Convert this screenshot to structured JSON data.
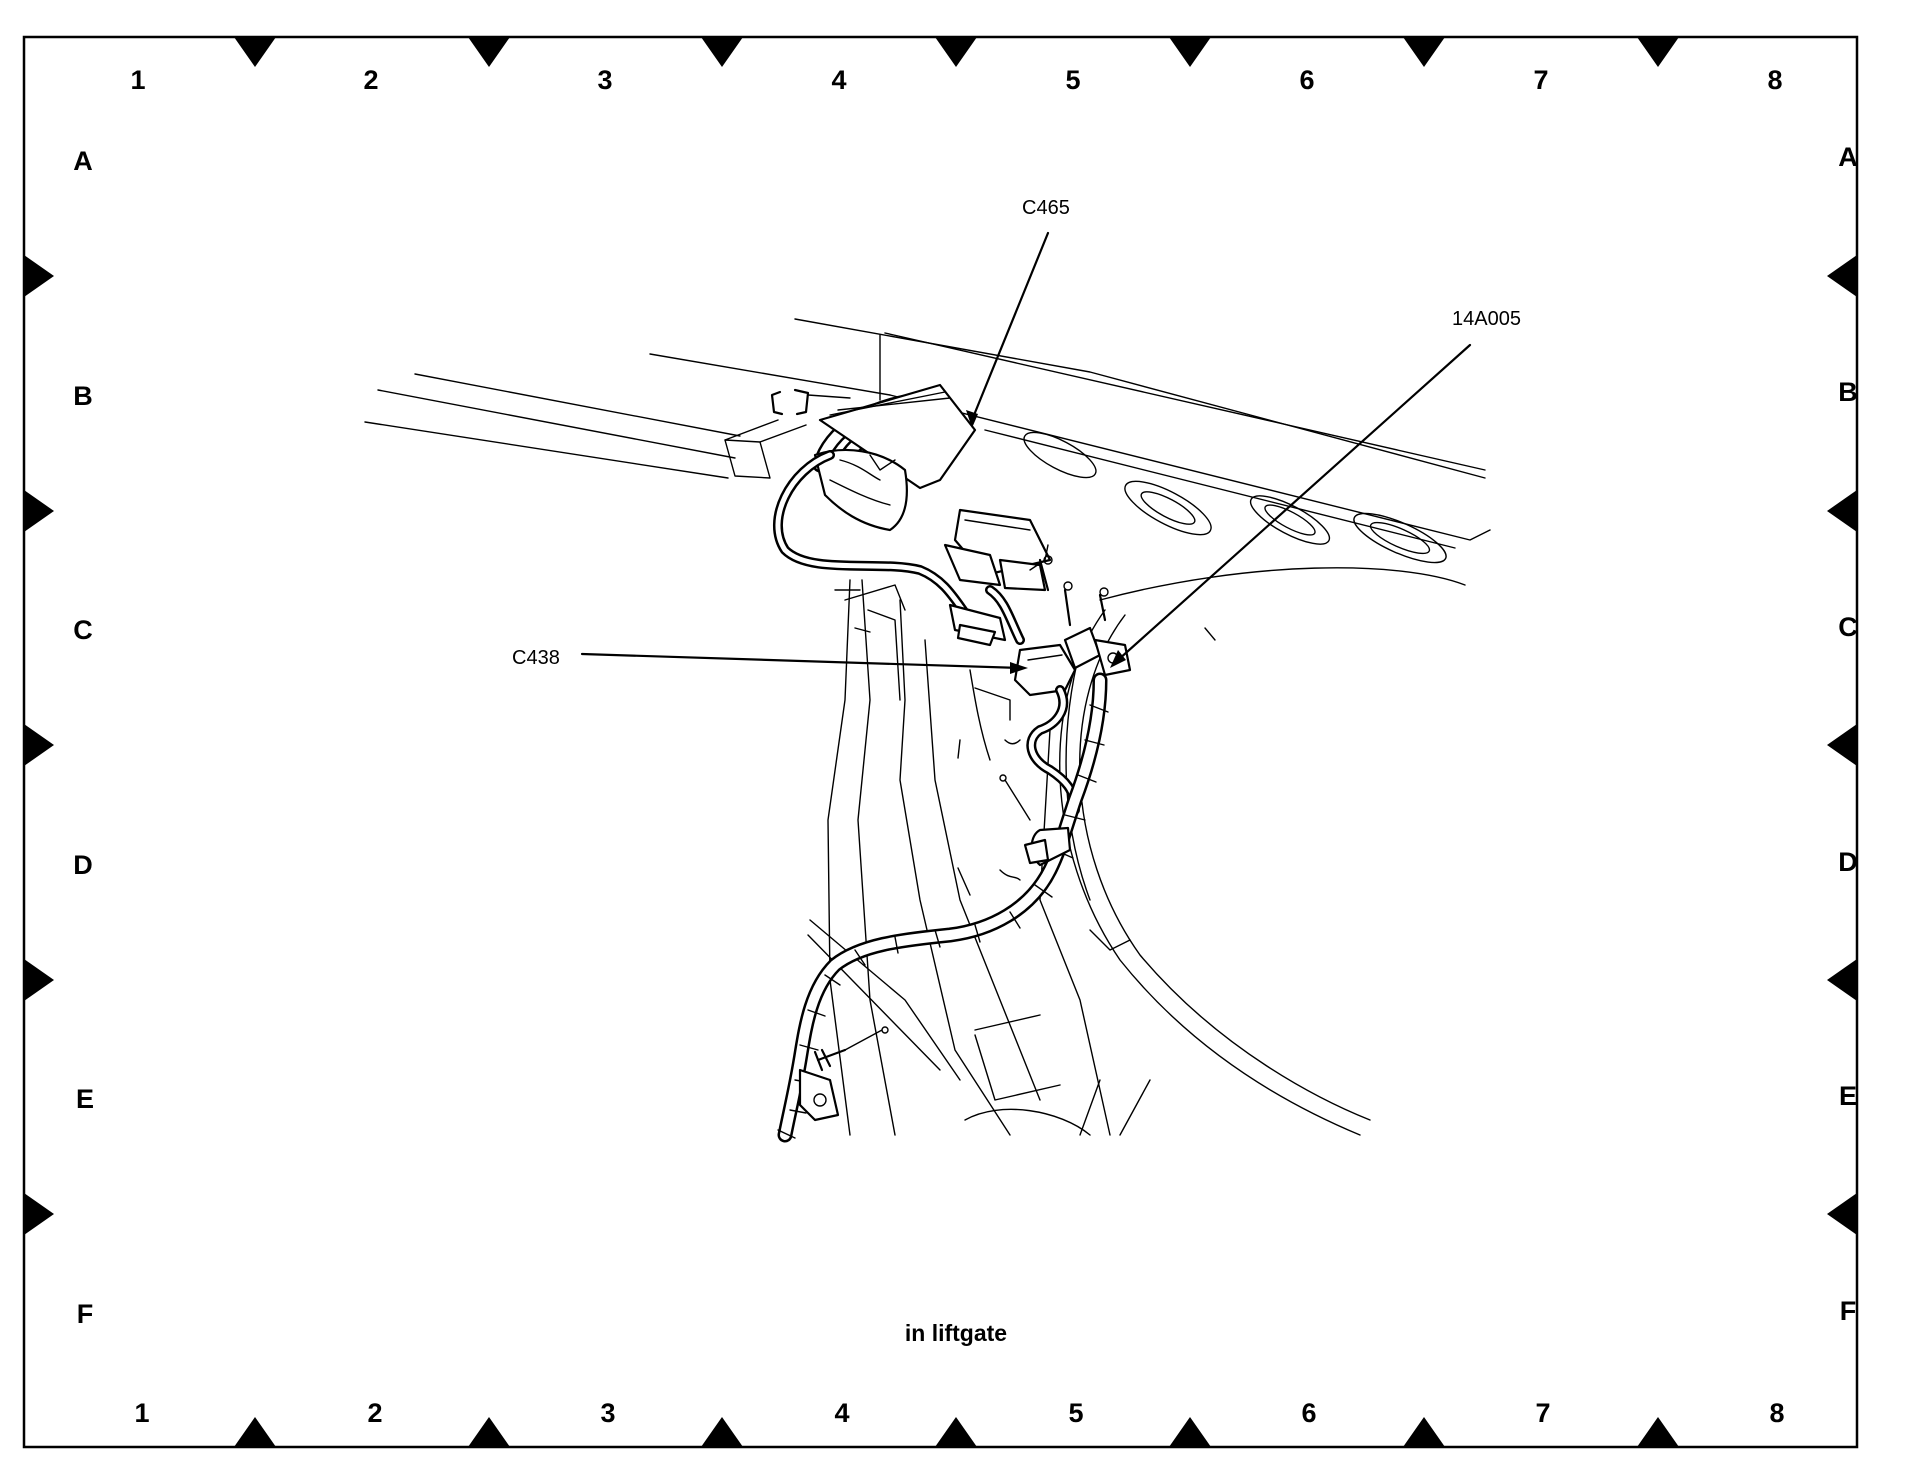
{
  "grid": {
    "columns": [
      "1",
      "2",
      "3",
      "4",
      "5",
      "6",
      "7",
      "8"
    ],
    "rows": [
      "A",
      "B",
      "C",
      "D",
      "E",
      "F"
    ]
  },
  "callouts": {
    "c465": "C465",
    "c14a005": "14A005",
    "c438": "C438"
  },
  "caption": "in liftgate"
}
